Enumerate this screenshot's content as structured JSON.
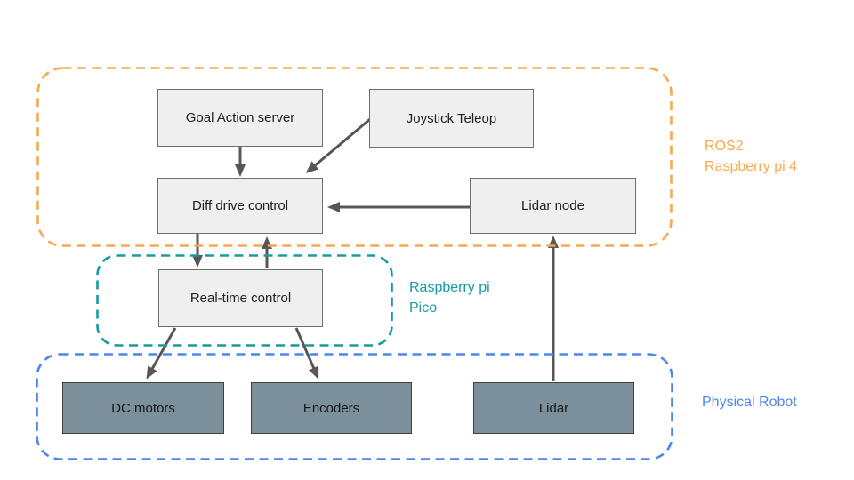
{
  "diagram": {
    "type": "architecture-flowchart",
    "groups": {
      "ros2": {
        "label": "ROS2\nRaspberry pi 4"
      },
      "pico": {
        "label": "Raspberry pi\nPico"
      },
      "robot": {
        "label": "Physical Robot"
      }
    },
    "nodes": {
      "goal_action_server": {
        "label": "Goal Action server",
        "group": "ros2"
      },
      "joystick_teleop": {
        "label": "Joystick Teleop",
        "group": "ros2"
      },
      "diff_drive_control": {
        "label": "Diff drive control",
        "group": "ros2"
      },
      "lidar_node": {
        "label": "Lidar node",
        "group": "ros2"
      },
      "realtime_control": {
        "label": "Real-time control",
        "group": "pico"
      },
      "dc_motors": {
        "label": "DC motors",
        "group": "robot"
      },
      "encoders": {
        "label": "Encoders",
        "group": "robot"
      },
      "lidar": {
        "label": "Lidar",
        "group": "robot"
      }
    },
    "edges": [
      {
        "from": "Goal Action server",
        "to": "Diff drive control"
      },
      {
        "from": "Joystick Teleop",
        "to": "Diff drive control"
      },
      {
        "from": "Lidar node",
        "to": "Diff drive control"
      },
      {
        "from": "Diff drive control",
        "to": "Real-time control"
      },
      {
        "from": "Real-time control",
        "to": "Diff drive control"
      },
      {
        "from": "Real-time control",
        "to": "DC motors"
      },
      {
        "from": "Real-time control",
        "to": "Encoders"
      },
      {
        "from": "Lidar",
        "to": "Lidar node"
      }
    ]
  },
  "colors": {
    "ros2_accent": "#F9A850",
    "pico_accent": "#169BA0",
    "robot_accent": "#4F85EC",
    "arrow": "#575757",
    "node_fill": "#EFEFEF",
    "node_border": "#6E6E6E",
    "hardware_fill": "#7B909B",
    "hardware_border": "#3F3F3F",
    "background": "#FFFFFF"
  }
}
